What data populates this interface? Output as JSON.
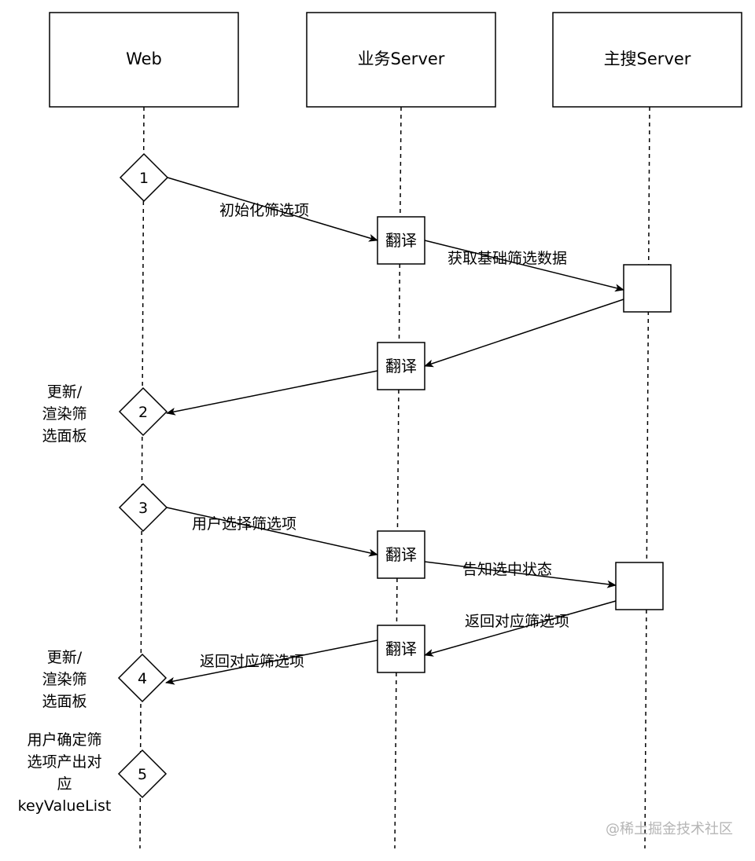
{
  "participants": {
    "web": "Web",
    "biz": "业务Server",
    "search": "主搜Server"
  },
  "steps": {
    "s1": "1",
    "s2": "2",
    "s3": "3",
    "s4": "4",
    "s5": "5"
  },
  "notes": {
    "update_a": [
      "更新/",
      "渲染筛",
      "选面板"
    ],
    "update_b": [
      "更新/",
      "渲染筛",
      "选面板"
    ],
    "confirm": [
      "用户确定筛",
      "选项产出对",
      "应",
      "keyValueList"
    ]
  },
  "translate_label": "翻译",
  "messages": {
    "init": "初始化筛选项",
    "fetch": "获取基础筛选数据",
    "select": "用户选择筛选项",
    "notify": "告知选中状态",
    "return_search": "返回对应筛选项",
    "return_web": "返回对应筛选项"
  },
  "watermark": "@稀土掘金技术社区"
}
